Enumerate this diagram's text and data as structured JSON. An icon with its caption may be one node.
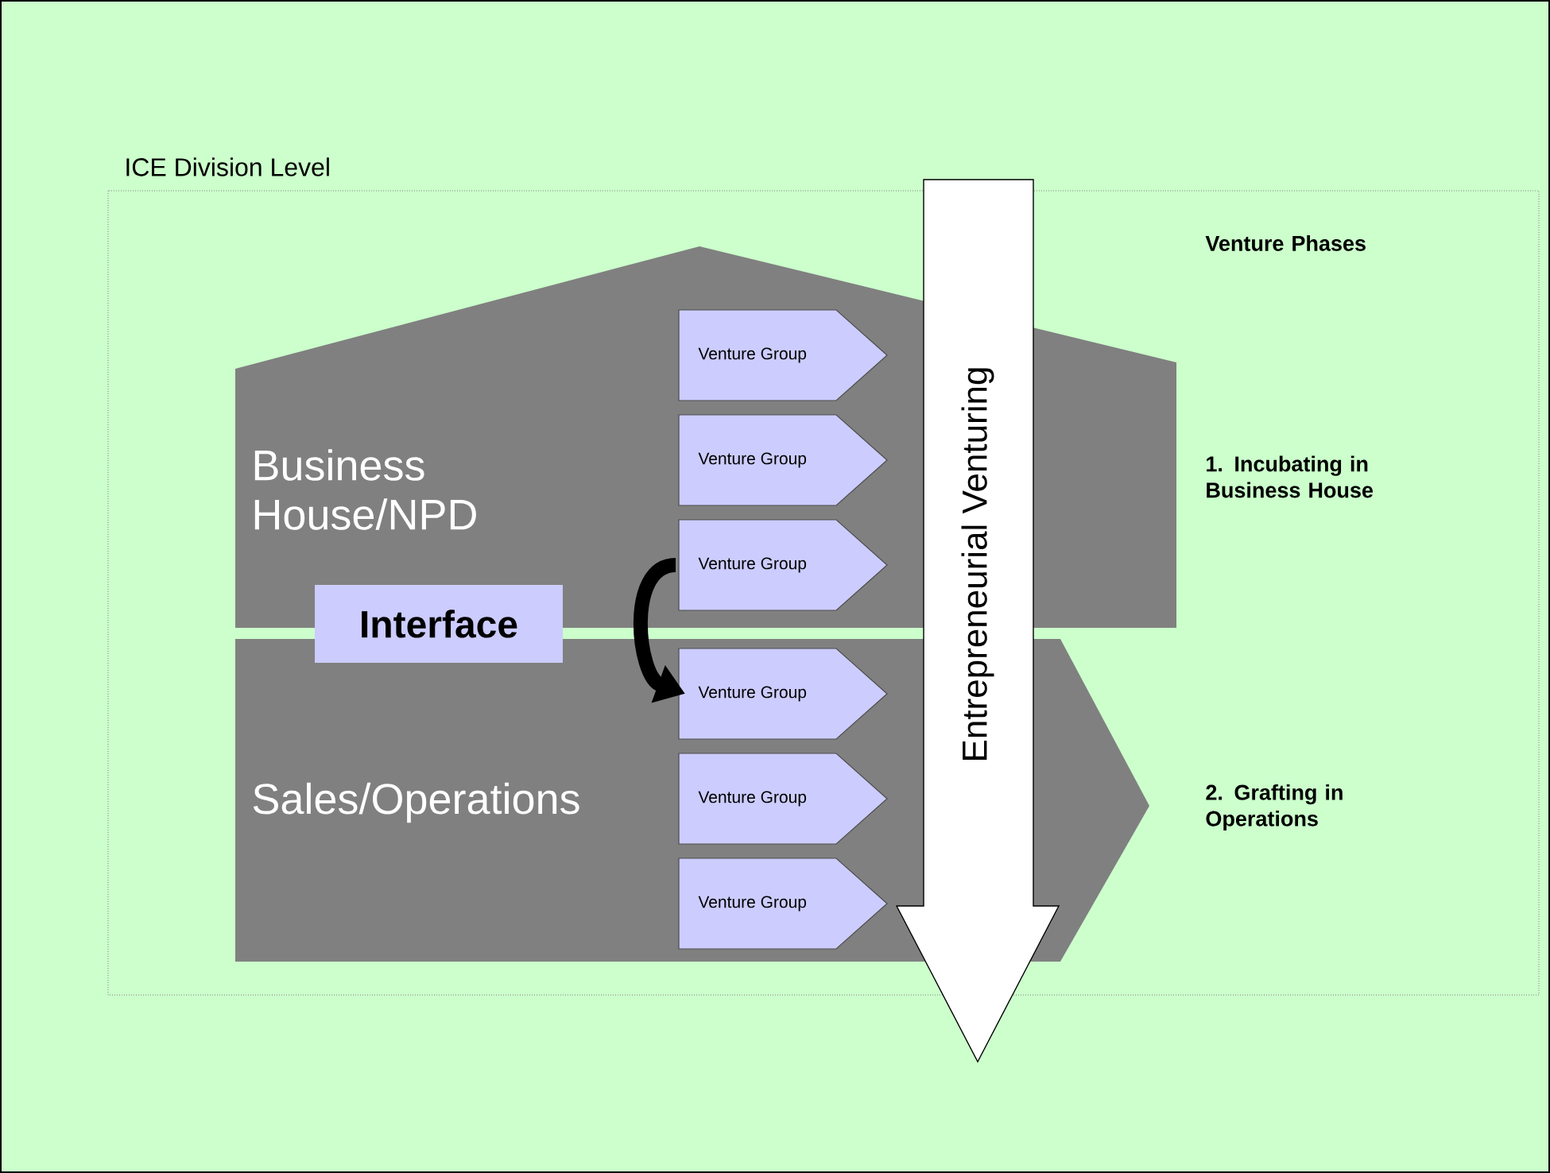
{
  "diagram": {
    "nodes": [
      {
        "text": [
          "ICE Division Level"
        ]
      },
      {
        "text": [
          "Business House/NPD"
        ],
        "in": 0
      },
      {
        "text": [
          "Venture Group"
        ],
        "in": 1
      },
      {
        "text": [
          "Venture Group"
        ],
        "in": 1
      },
      {
        "text": [
          "Venture Group"
        ],
        "in": 1
      },
      {
        "text": [
          "Sales/Operations"
        ],
        "in": 0
      },
      {
        "text": [
          "Venture Group"
        ],
        "in": 5
      },
      {
        "text": [
          "Venture Group"
        ],
        "in": 5
      },
      {
        "text": [
          "Venture Group"
        ],
        "in": 5
      },
      {
        "text": [
          "Interface"
        ],
        "in": 0
      },
      {
        "text": [
          "Entrepreneurial Venturing"
        ]
      }
    ],
    "edges": [
      {
        "from": 4,
        "to": 6,
        "arrow": "to"
      }
    ],
    "labels": [
      "Venture Phases",
      "1. Incubating in Business House",
      "2. Grafting in Operations"
    ]
  }
}
